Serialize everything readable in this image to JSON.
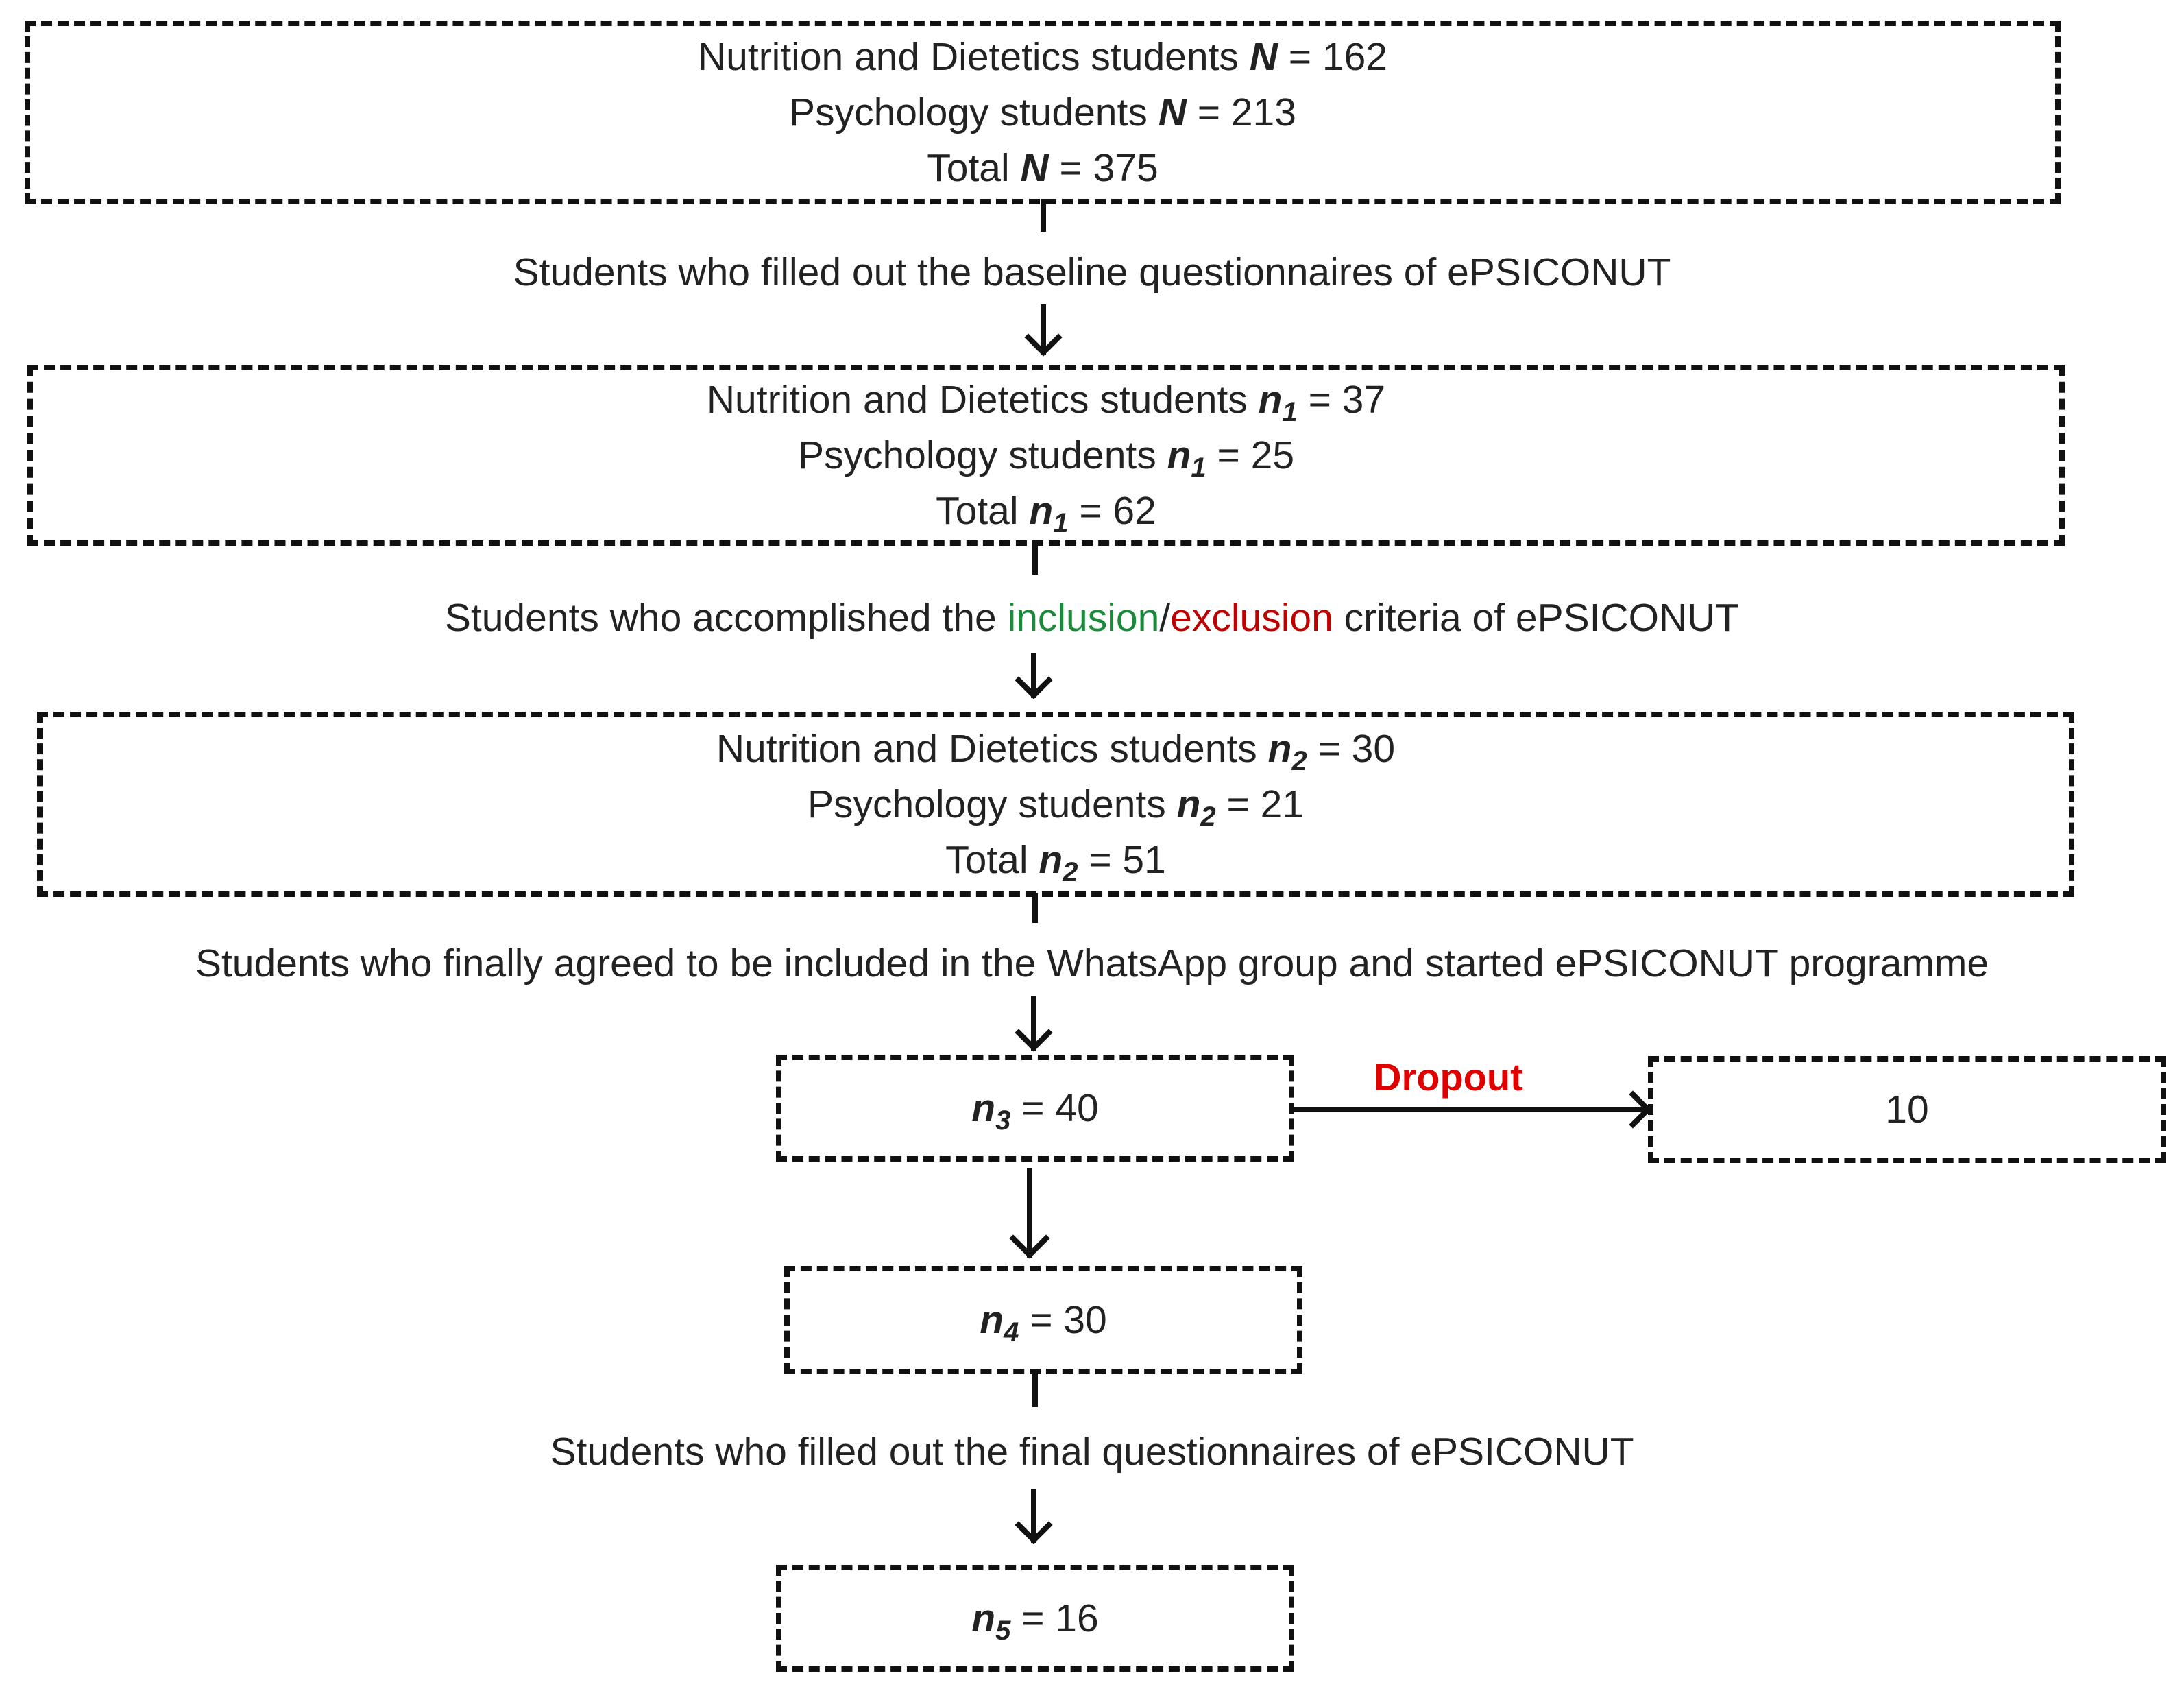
{
  "box1": {
    "row1_label": "Nutrition and Dietetics students",
    "row1_var": "N",
    "row1_value": "= 162",
    "row2_label": "Psychology students",
    "row2_var": "N",
    "row2_value": "= 213",
    "row3_label": "Total",
    "row3_var": "N",
    "row3_value": "= 375"
  },
  "caption1": "Students who filled out the baseline questionnaires of ePSICONUT",
  "box2": {
    "row1_label": "Nutrition and Dietetics students",
    "var": "n",
    "sub": "1",
    "row1_value": "= 37",
    "row2_label": "Psychology students",
    "row2_value": " = 25",
    "row3_label": "Total",
    "row3_value": "= 62"
  },
  "caption2": {
    "before": "Students who accomplished the ",
    "inclusion": "inclusion",
    "slash": "/",
    "exclusion": "exclusion",
    "after": " criteria of ePSICONUT"
  },
  "box3": {
    "row1_label": "Nutrition and Dietetics students",
    "var": "n",
    "sub": "2",
    "row1_value": "= 30",
    "row2_label": "Psychology students",
    "row2_value": "= 21",
    "row3_label": "Total",
    "row3_value": "= 51"
  },
  "caption3": "Students who finally agreed to be included in the WhatsApp group and started ePSICONUT programme",
  "box4": {
    "var": "n",
    "sub": "3",
    "value": "= 40"
  },
  "dropout_label": "Dropout",
  "dropout_box": {
    "value": "10"
  },
  "box5": {
    "var": "n",
    "sub": "4",
    "value": " = 30"
  },
  "caption4": "Students who filled out the final questionnaires of ePSICONUT",
  "box6": {
    "var": "n",
    "sub": "5",
    "value": "= 16"
  },
  "colors": {
    "inclusion": "#1a8a3a",
    "exclusion": "#c00000",
    "dropout": "#e00000",
    "border": "#111111"
  }
}
